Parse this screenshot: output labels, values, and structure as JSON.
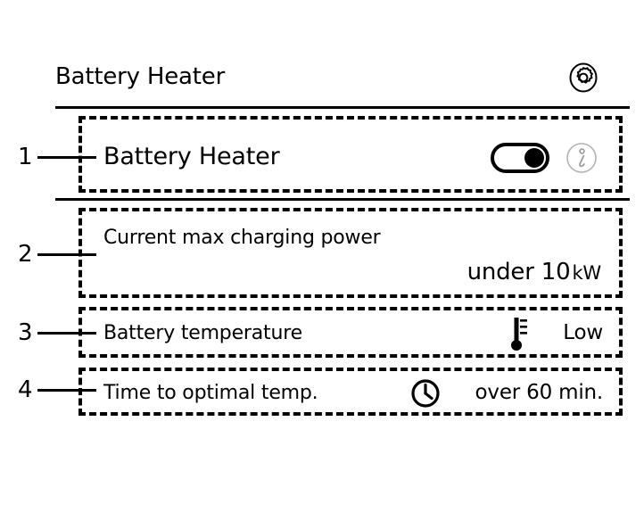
{
  "header": {
    "title": "Battery Heater",
    "settings_icon": "gear-icon"
  },
  "rows": {
    "heater": {
      "label": "Battery Heater",
      "toggle_state": "on",
      "info_icon": "info-icon"
    },
    "charging_power": {
      "label": "Current max charging power",
      "value": "under 10",
      "unit": "kW"
    },
    "battery_temperature": {
      "label": "Battery temperature",
      "icon": "thermometer-icon",
      "value": "Low"
    },
    "time_to_optimal": {
      "label": "Time to optimal temp.",
      "icon": "clock-icon",
      "value": "over 60 min."
    }
  },
  "callouts": [
    {
      "number": "1"
    },
    {
      "number": "2"
    },
    {
      "number": "3"
    },
    {
      "number": "4"
    }
  ],
  "colors": {
    "foreground": "#000000",
    "background": "#ffffff",
    "info_icon": "#b3b3b3"
  }
}
